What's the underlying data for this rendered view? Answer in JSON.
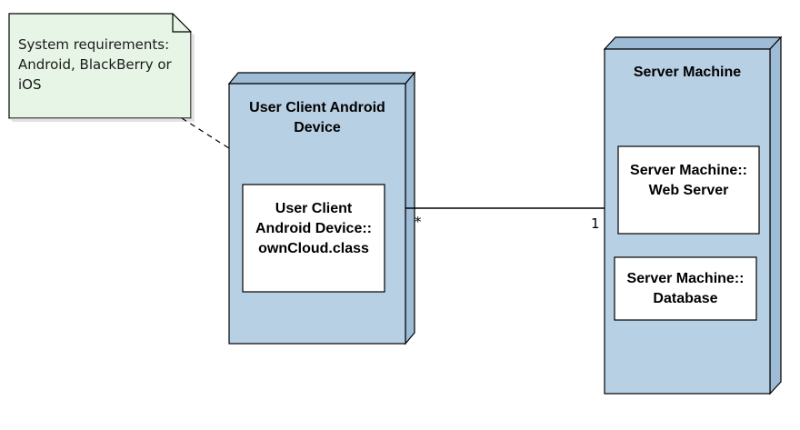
{
  "colors": {
    "node_fill": "#b8d0e4",
    "node_side": "#9ebcd6",
    "note_fill": "#e6f5e6",
    "component_fill": "#ffffff",
    "stroke": "#000000"
  },
  "note": {
    "text": "System requirements:\nAndroid, BlackBerry or\niOS"
  },
  "client_node": {
    "title": "User Client Android\nDevice",
    "component": "User Client\nAndroid Device::\nownCloud.class"
  },
  "server_node": {
    "title": "Server Machine",
    "components": [
      "Server Machine::\nWeb Server",
      "Server Machine::\nDatabase"
    ]
  },
  "association": {
    "client_multiplicity": "*",
    "server_multiplicity": "1"
  }
}
